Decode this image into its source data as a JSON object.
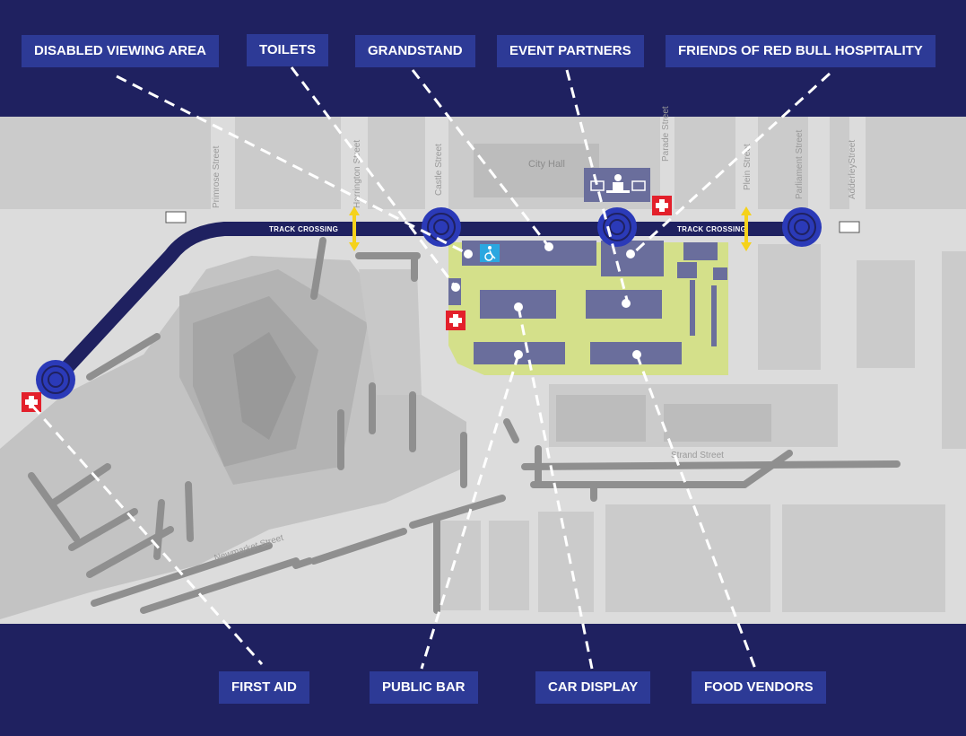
{
  "callouts": {
    "disabled_viewing_area": "DISABLED VIEWING AREA",
    "toilets": "TOILETS",
    "grandstand": "GRANDSTAND",
    "event_partners": "EVENT PARTNERS",
    "friends_hospitality": "FRIENDS OF RED BULL HOSPITALITY",
    "first_aid": "FIRST AID",
    "public_bar": "PUBLIC BAR",
    "car_display": "CAR DISPLAY",
    "food_vendors": "FOOD VENDORS"
  },
  "streets": {
    "primrose": "Primrose Street",
    "harrington": "Harrington Street",
    "castle": "Castle Street",
    "parade": "Parade Street",
    "plein": "Plein Street",
    "parliament": "Parliament Street",
    "adderley": "AdderleyStreet",
    "strand": "Strand Street",
    "newmarket": "Newmarket Street"
  },
  "landmarks": {
    "city_hall": "City Hall"
  },
  "track": {
    "crossing_1": "TRACK CROSSING",
    "crossing_2": "TRACK CROSSING"
  },
  "icons": [
    "first-aid-icon",
    "wheelchair-icon",
    "toilet-icon",
    "dj-icon",
    "laptop-icon",
    "circuit-marker-icon",
    "crossing-arrow-icon"
  ],
  "colors": {
    "frame": "#1f2160",
    "label_bg": "#2d3a96",
    "track": "#1f2160",
    "marker": "#2b3ab8",
    "venue": "#d4e08a",
    "stand": "#6a6e9c",
    "first_aid": "#e3202b",
    "crossing": "#f5d21b",
    "wheelchair": "#2ba7e0"
  }
}
